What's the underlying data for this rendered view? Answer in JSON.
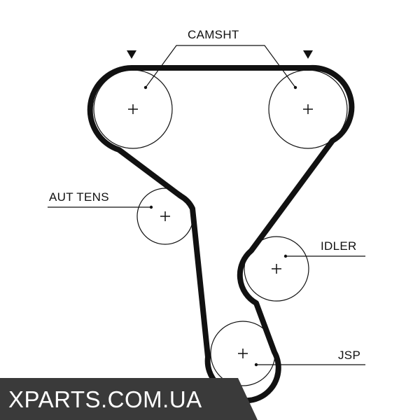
{
  "diagram": {
    "labels": {
      "camshaft": "CAMSHT",
      "auto_tensioner": "AUT TENS",
      "idler": "IDLER",
      "jsp": "JSP"
    },
    "markers": [
      "timing-mark-triangle",
      "timing-mark-triangle"
    ],
    "colors": {
      "belt": "#111111",
      "line": "#111111",
      "background": "#ffffff"
    }
  },
  "watermark": {
    "text": "XPARTS.COM.UA",
    "colors": {
      "background": "#3a3a3a",
      "text": "#ffffff"
    }
  }
}
